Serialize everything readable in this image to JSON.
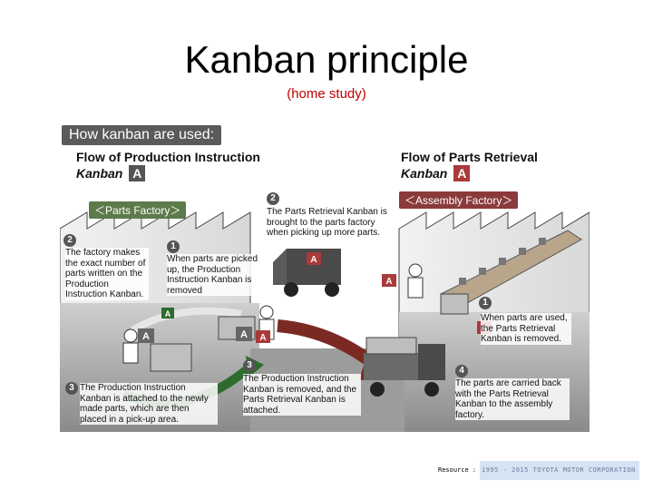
{
  "slide": {
    "title": "Kanban principle",
    "subtitle": "(home study)"
  },
  "figure": {
    "header": "How kanban are used:",
    "left_flow": {
      "line1": "Flow of Production Instruction",
      "line2": "Kanban",
      "badge": "A",
      "factory": "＜Parts Factory＞"
    },
    "right_flow": {
      "line1": "Flow of Parts Retrieval",
      "line2": "Kanban",
      "badge": "A",
      "factory": "＜Assembly Factory＞"
    },
    "steps": [
      {
        "number": "1",
        "text": "When parts are picked up, the Production Instruction Kanban is removed"
      },
      {
        "number": "2",
        "text": "The factory makes the exact number of parts written on the Production Instruction Kanban."
      },
      {
        "number": "3",
        "text": "The Production Instruction Kanban is attached to the newly made parts, which are then placed in a pick-up area."
      },
      {
        "number": "1",
        "text": "When parts are used, the Parts Retrieval Kanban is removed."
      },
      {
        "number": "2",
        "text": "The Parts Retrieval Kanban is brought to the parts factory when picking up more parts."
      },
      {
        "number": "3",
        "text": "The Production Instruction Kanban is removed, and the Parts Retrieval Kanban is attached."
      },
      {
        "number": "4",
        "text": "The parts are carried back with the Parts Retrieval Kanban to the assembly factory."
      }
    ]
  },
  "credit": {
    "label": "Resource :",
    "text": "1995 - 2015 TOYOTA MOTOR CORPORATION"
  },
  "colors": {
    "subtitle": "#c00000",
    "green_arrow": "#2e6b2e",
    "red_arrow": "#7a2a22",
    "badge": "#555555",
    "credit_box": "#d6e3f3"
  }
}
